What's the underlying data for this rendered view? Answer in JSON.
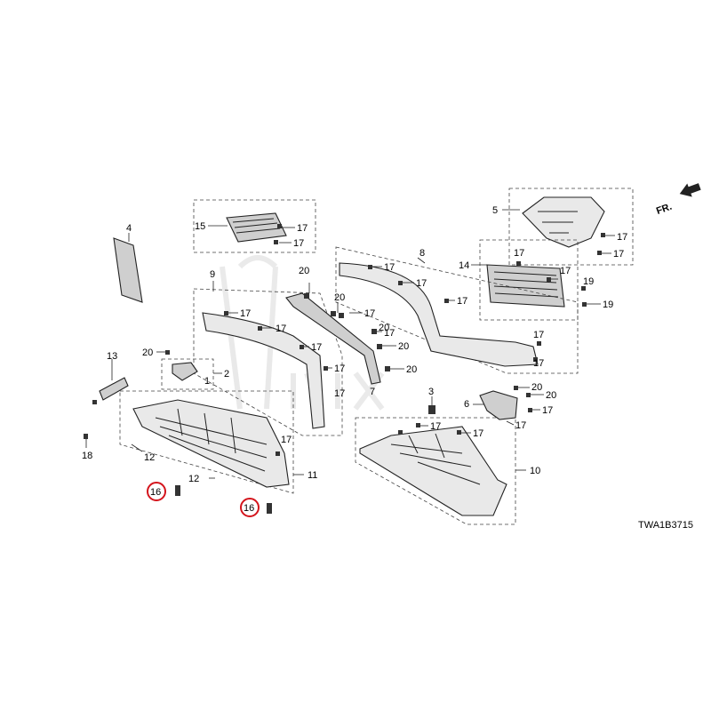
{
  "diagram": {
    "code": "TWA1B3715",
    "direction": "FR.",
    "callouts": [
      {
        "id": "c4",
        "text": "4"
      },
      {
        "id": "c15",
        "text": "15"
      },
      {
        "id": "c17a",
        "text": "17"
      },
      {
        "id": "c17b",
        "text": "17"
      },
      {
        "id": "c5",
        "text": "5"
      },
      {
        "id": "c17c",
        "text": "17"
      },
      {
        "id": "c17d",
        "text": "17"
      },
      {
        "id": "c14",
        "text": "14"
      },
      {
        "id": "c17e",
        "text": "17"
      },
      {
        "id": "c17f",
        "text": "17"
      },
      {
        "id": "c19a",
        "text": "19"
      },
      {
        "id": "c19b",
        "text": "19"
      },
      {
        "id": "c8",
        "text": "8"
      },
      {
        "id": "c17g",
        "text": "17"
      },
      {
        "id": "c17h",
        "text": "17"
      },
      {
        "id": "c17i",
        "text": "17"
      },
      {
        "id": "c17j",
        "text": "17"
      },
      {
        "id": "c17k",
        "text": "17"
      },
      {
        "id": "c9",
        "text": "9"
      },
      {
        "id": "c20a",
        "text": "20"
      },
      {
        "id": "c17l",
        "text": "17"
      },
      {
        "id": "c17m",
        "text": "17"
      },
      {
        "id": "c17n",
        "text": "17"
      },
      {
        "id": "c20b",
        "text": "20"
      },
      {
        "id": "c17o",
        "text": "17"
      },
      {
        "id": "c20c",
        "text": "20"
      },
      {
        "id": "c17p",
        "text": "17"
      },
      {
        "id": "c20d",
        "text": "20"
      },
      {
        "id": "c17q",
        "text": "17"
      },
      {
        "id": "c20e",
        "text": "20"
      },
      {
        "id": "c17r",
        "text": "17"
      },
      {
        "id": "c7",
        "text": "7"
      },
      {
        "id": "c20f",
        "text": "20"
      },
      {
        "id": "c13",
        "text": "13"
      },
      {
        "id": "c2",
        "text": "2"
      },
      {
        "id": "c1",
        "text": "1"
      },
      {
        "id": "c3",
        "text": "3"
      },
      {
        "id": "c6",
        "text": "6"
      },
      {
        "id": "c20g",
        "text": "20"
      },
      {
        "id": "c20h",
        "text": "20"
      },
      {
        "id": "c17s",
        "text": "17"
      },
      {
        "id": "c17t",
        "text": "17"
      },
      {
        "id": "c17u",
        "text": "17"
      },
      {
        "id": "c17v",
        "text": "17"
      },
      {
        "id": "c18",
        "text": "18"
      },
      {
        "id": "c12a",
        "text": "12"
      },
      {
        "id": "c17w",
        "text": "17"
      },
      {
        "id": "c11",
        "text": "11"
      },
      {
        "id": "c12b",
        "text": "12"
      },
      {
        "id": "c10",
        "text": "10"
      },
      {
        "id": "c16a",
        "text": "16"
      },
      {
        "id": "c16b",
        "text": "16"
      }
    ]
  }
}
